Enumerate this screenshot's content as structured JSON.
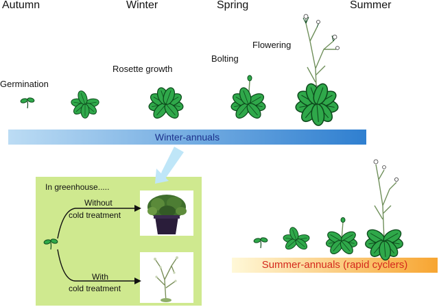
{
  "seasons": [
    "Autumn",
    "Winter",
    "Spring",
    "Summer"
  ],
  "stages": [
    "Germination",
    "Rosette growth",
    "Bolting",
    "Flowering"
  ],
  "winter_bar": {
    "label": "Winter-annuals",
    "color_start": "#bcdcf4",
    "color_end": "#2f7fd0",
    "text_color": "#1a2f8a"
  },
  "summer_bar": {
    "label": "Summer-annuals (rapid cyclers)",
    "color_start": "#fff8d8",
    "color_end": "#f7a531",
    "text_color": "#d4281c"
  },
  "greenhouse": {
    "title": "In greenhouse.....",
    "without_line1": "Without",
    "without_line2": "cold treatment",
    "with_line1": "With",
    "with_line2": "cold treatment",
    "panel_color": "#cfe98f"
  },
  "colors": {
    "leaf": "#2fa84a",
    "leaf_dark": "#0d4a1c",
    "stem": "#6f8f5a"
  }
}
